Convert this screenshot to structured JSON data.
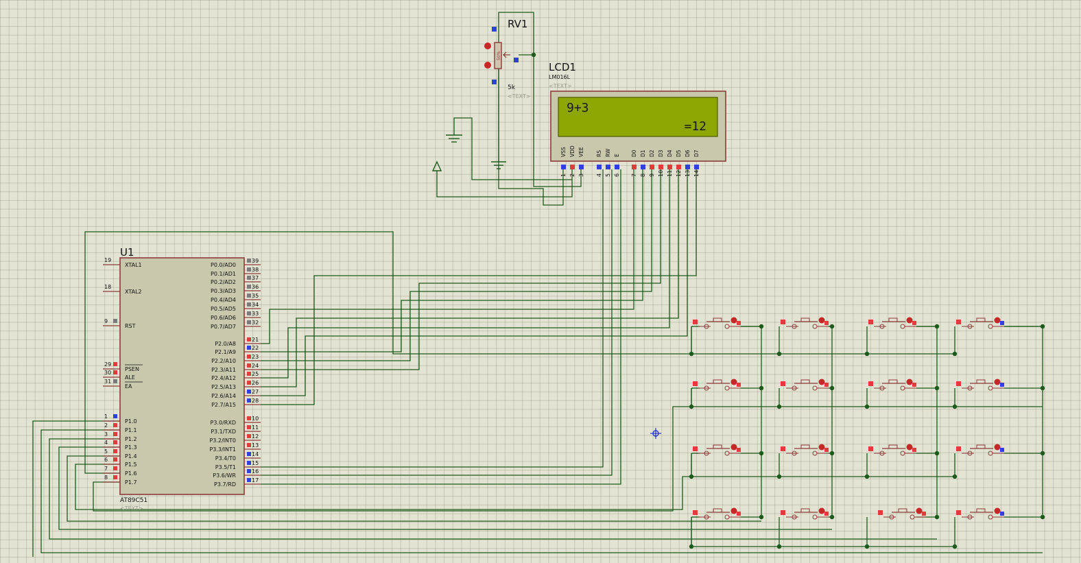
{
  "colors": {
    "wire": "#1b5a1b",
    "chip_fill": "#c9c8ad",
    "chip_border": "#8b3a3a",
    "lcd_frame": "#c9c8ad",
    "lcd_screen": "#8fa600",
    "pin_red": "#e23b3b",
    "pin_blue": "#2f3fe0",
    "pin_gray": "#7b7b7b",
    "label": "#111111",
    "text_placeholder": "#9a9a8a",
    "junction": "#1b5a1b",
    "cursor": "#2233cc"
  },
  "rv1": {
    "ref": "RV1",
    "value": "5k",
    "text": "<TEXT>",
    "body_label": "50%"
  },
  "lcd": {
    "ref": "LCD1",
    "part": "LM016L",
    "text": "<TEXT>",
    "line1": "9+3",
    "line2": "=12",
    "pin_names": [
      "VSS",
      "VDD",
      "VEE",
      "RS",
      "RW",
      "E",
      "D0",
      "D1",
      "D2",
      "D3",
      "D4",
      "D5",
      "D6",
      "D7"
    ],
    "pin_numbers": [
      "1",
      "2",
      "3",
      "4",
      "5",
      "6",
      "7",
      "8",
      "9",
      "10",
      "11",
      "12",
      "13",
      "14"
    ]
  },
  "mcu": {
    "ref": "U1",
    "part": "AT89C51",
    "text": "<TEXT>",
    "left_pins": [
      {
        "num": "19",
        "name": "XTAL1"
      },
      {
        "num": "18",
        "name": "XTAL2"
      },
      {
        "num": "9",
        "name": "RST"
      },
      {
        "num": "29",
        "name": "PSEN"
      },
      {
        "num": "30",
        "name": "ALE"
      },
      {
        "num": "31",
        "name": "EA"
      },
      {
        "num": "1",
        "name": "P1.0"
      },
      {
        "num": "2",
        "name": "P1.1"
      },
      {
        "num": "3",
        "name": "P1.2"
      },
      {
        "num": "4",
        "name": "P1.3"
      },
      {
        "num": "5",
        "name": "P1.4"
      },
      {
        "num": "6",
        "name": "P1.5"
      },
      {
        "num": "7",
        "name": "P1.6"
      },
      {
        "num": "8",
        "name": "P1.7"
      }
    ],
    "right_pins": [
      {
        "num": "39",
        "name": "P0.0/AD0"
      },
      {
        "num": "38",
        "name": "P0.1/AD1"
      },
      {
        "num": "37",
        "name": "P0.2/AD2"
      },
      {
        "num": "36",
        "name": "P0.3/AD3"
      },
      {
        "num": "35",
        "name": "P0.4/AD4"
      },
      {
        "num": "34",
        "name": "P0.5/AD5"
      },
      {
        "num": "33",
        "name": "P0.6/AD6"
      },
      {
        "num": "32",
        "name": "P0.7/AD7"
      },
      {
        "num": "21",
        "name": "P2.0/A8"
      },
      {
        "num": "22",
        "name": "P2.1/A9"
      },
      {
        "num": "23",
        "name": "P2.2/A10"
      },
      {
        "num": "24",
        "name": "P2.3/A11"
      },
      {
        "num": "25",
        "name": "P2.4/A12"
      },
      {
        "num": "26",
        "name": "P2.5/A13"
      },
      {
        "num": "27",
        "name": "P2.6/A14"
      },
      {
        "num": "28",
        "name": "P2.7/A15"
      },
      {
        "num": "10",
        "name": "P3.0/RXD"
      },
      {
        "num": "11",
        "name": "P3.1/TXD"
      },
      {
        "num": "12",
        "name": "P3.2/INT0"
      },
      {
        "num": "13",
        "name": "P3.3/INT1"
      },
      {
        "num": "14",
        "name": "P3.4/T0"
      },
      {
        "num": "15",
        "name": "P3.5/T1"
      },
      {
        "num": "16",
        "name": "P3.6/WR"
      },
      {
        "num": "17",
        "name": "P3.7/RD"
      }
    ]
  },
  "keypad": {
    "rows": 4,
    "cols": 4
  }
}
